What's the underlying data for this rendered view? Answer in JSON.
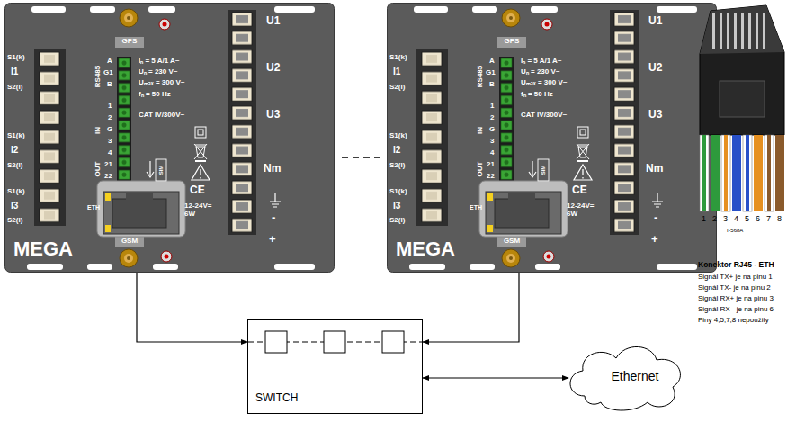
{
  "diagram": {
    "nodes": [
      {
        "text": [
          "GPS",
          "RS485",
          "A",
          "G1",
          "B",
          "IN",
          "1",
          "2",
          "G",
          "3",
          "4",
          "OUT",
          "21",
          "22",
          "Iₙ = 5 A/1 A~",
          "Uₙ = 230 V~",
          "Uₘₐₓ = 300 V~",
          "fₙ = 50 Hz",
          "CAT IV/300V~",
          "SIM",
          "CE",
          "S1(k)",
          "I1",
          "S2(l)",
          "S1(k)",
          "I2",
          "S2(l)",
          "S1(k)",
          "I3",
          "S2(l)",
          "ETH",
          "GSM",
          "MEGA",
          "12-24V= 6W",
          "U1",
          "U2",
          "U3",
          "Nm",
          "-",
          "+"
        ]
      },
      {
        "text": [
          "GPS",
          "RS485",
          "A",
          "G1",
          "B",
          "IN",
          "1",
          "2",
          "G",
          "3",
          "4",
          "OUT",
          "21",
          "22",
          "Iₙ = 5 A/1 A~",
          "Uₙ = 230 V~",
          "Uₘₐₓ = 300 V~",
          "fₙ = 50 Hz",
          "CAT IV/300V~",
          "SIM",
          "CE",
          "S1(k)",
          "I1",
          "S2(l)",
          "S1(k)",
          "I2",
          "S2(l)",
          "S1(k)",
          "I3",
          "S2(l)",
          "ETH",
          "GSM",
          "MEGA",
          "12-24V= 6W",
          "U1",
          "U2",
          "U3",
          "Nm",
          "-",
          "+"
        ]
      },
      {
        "text": [
          "SWITCH"
        ]
      },
      {
        "text": [
          "Ethernet"
        ]
      }
    ],
    "edges": [
      {
        "from": 0,
        "to": 2,
        "arrow": "to"
      },
      {
        "from": 1,
        "to": 2,
        "arrow": "to"
      },
      {
        "from": 2,
        "to": 3,
        "arrow": "both"
      }
    ],
    "labels": [
      "1",
      "2",
      "3",
      "4",
      "5",
      "6",
      "7",
      "8",
      "T-568A",
      "Konektor RJ45 - ETH",
      "Signál TX+ je na pinu 1",
      "Signál TX- je na pinu 2",
      "Signál RX+ je na pinu 3",
      "Signál RX - je na pinu 6",
      "Piny 4,5,7,8 nepoužity"
    ]
  }
}
